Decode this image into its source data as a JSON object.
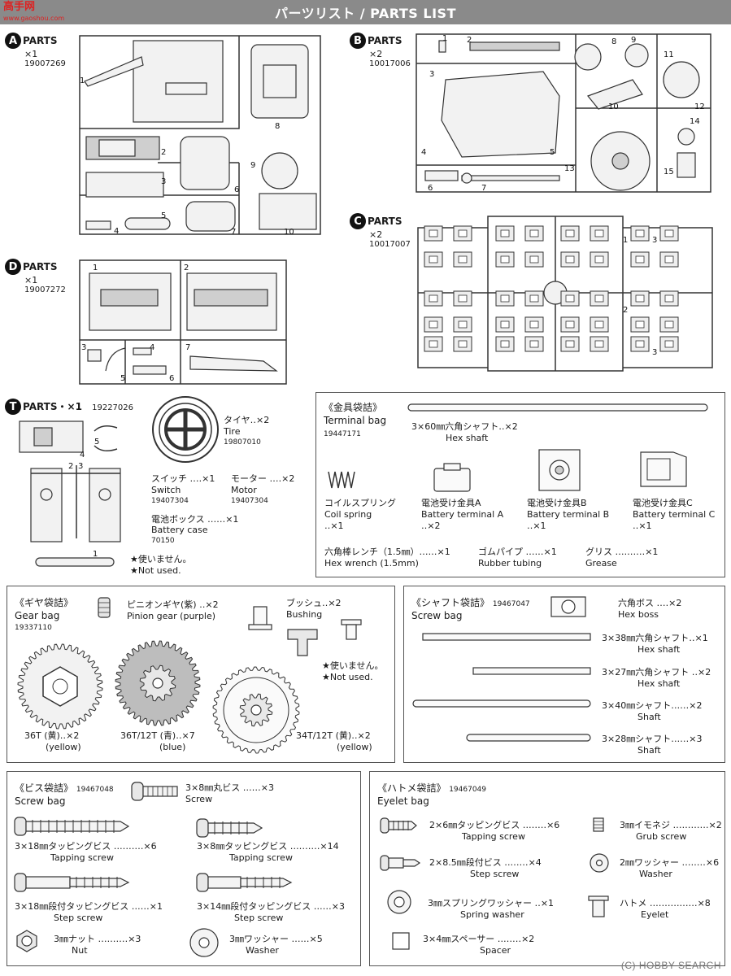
{
  "header": {
    "title": "パーツリスト / PARTS LIST",
    "logo": "高手网",
    "logo_url": "www.gaoshou.com"
  },
  "parts_a": {
    "letter": "A",
    "label": "PARTS",
    "qty": "×1",
    "code": "19007269",
    "numbers": [
      "1",
      "2",
      "3",
      "4",
      "5",
      "6",
      "7",
      "8",
      "9",
      "10"
    ]
  },
  "parts_b": {
    "letter": "B",
    "label": "PARTS",
    "qty": "×2",
    "code": "10017006",
    "numbers": [
      "1",
      "2",
      "3",
      "4",
      "5",
      "6",
      "7",
      "8",
      "9",
      "10",
      "11",
      "12",
      "13",
      "14",
      "15"
    ]
  },
  "parts_c": {
    "letter": "C",
    "label": "PARTS",
    "qty": "×2",
    "code": "10017007",
    "numbers": [
      "1",
      "2",
      "3",
      "3"
    ]
  },
  "parts_d": {
    "letter": "D",
    "label": "PARTS",
    "qty": "×1",
    "code": "19007272",
    "numbers": [
      "1",
      "2",
      "3",
      "4",
      "5",
      "6",
      "7"
    ]
  },
  "parts_t": {
    "letter": "T",
    "label": "PARTS・×1",
    "code": "19227026",
    "numbers": [
      "4",
      "5",
      "2",
      "3",
      "1"
    ],
    "tire": {
      "jp": "タイヤ‥×2",
      "en": "Tire",
      "code": "19807010"
    },
    "switch": {
      "jp": "スイッチ ‥‥×1",
      "en": "Switch",
      "code": "19407304"
    },
    "motor": {
      "jp": "モーター ‥‥×2",
      "en": "Motor",
      "code": "19407304"
    },
    "battery_case": {
      "jp": "電池ボックス ‥‥‥×1",
      "en": "Battery case",
      "code": "70150"
    },
    "not_used_jp": "★使いません。",
    "not_used_en": "★Not used."
  },
  "terminal_bag": {
    "title_jp": "《金具袋詰》",
    "title_en": "Terminal bag",
    "code": "19447171",
    "hex_shaft": {
      "jp": "3×60㎜六角シャフト‥×2",
      "en": "Hex shaft"
    },
    "coil_spring": {
      "jp": "コイルスプリング",
      "en": "Coil spring",
      "qty": "‥×1"
    },
    "terminal_a": {
      "jp": "電池受け金具A",
      "en": "Battery terminal A",
      "qty": "‥×2"
    },
    "terminal_b": {
      "jp": "電池受け金具B",
      "en": "Battery terminal B",
      "qty": "‥×1"
    },
    "terminal_c": {
      "jp": "電池受け金具C",
      "en": "Battery terminal C",
      "qty": "‥×1"
    },
    "hex_wrench": {
      "jp": "六角棒レンチ（1.5㎜）‥‥‥×1",
      "en": "Hex wrench (1.5mm)"
    },
    "rubber_tubing": {
      "jp": "ゴムパイプ ‥‥‥×1",
      "en": "Rubber tubing"
    },
    "grease": {
      "jp": "グリス ‥‥‥‥‥×1",
      "en": "Grease"
    }
  },
  "gear_bag": {
    "title_jp": "《ギヤ袋詰》",
    "title_en": "Gear bag",
    "code": "19337110",
    "pinion": {
      "jp": "ピニオンギヤ(紫) ‥×2",
      "en": "Pinion gear  (purple)"
    },
    "bushing": {
      "jp": "ブッシュ‥×2",
      "en": "Bushing"
    },
    "not_used_jp": "★使いません。",
    "not_used_en": "★Not used.",
    "gear_36": {
      "jp": "36T (黄)‥×2",
      "en": "(yellow)"
    },
    "gear_36_12": {
      "jp": "36T/12T (青)‥×7",
      "en": "(blue)"
    },
    "gear_34_12": {
      "jp": "34T/12T (黄)‥×2",
      "en": "(yellow)"
    }
  },
  "shaft_bag": {
    "title_jp": "《シャフト袋詰》",
    "title_en": "Screw bag",
    "code": "19467047",
    "hex_boss": {
      "jp": "六角ボス ‥‥×2",
      "en": "Hex boss"
    },
    "shaft_38": {
      "jp": "3×38㎜六角シャフト‥×1",
      "en": "Hex shaft"
    },
    "shaft_27": {
      "jp": "3×27㎜六角シャフト ‥×2",
      "en": "Hex shaft"
    },
    "shaft_40": {
      "jp": "3×40㎜シャフト‥‥‥×2",
      "en": "Shaft"
    },
    "shaft_28": {
      "jp": "3×28㎜シャフト‥‥‥×3",
      "en": "Shaft"
    }
  },
  "screw_bag": {
    "title_jp": "《ビス袋詰》",
    "title_en": "Screw bag",
    "code": "19467048",
    "screw_3x8": {
      "jp": "3×8㎜丸ビス ‥‥‥×3",
      "en": "Screw"
    },
    "tap_3x18": {
      "jp": "3×18㎜タッピングビス ‥‥‥‥‥×6",
      "en": "Tapping screw"
    },
    "tap_3x8": {
      "jp": "3×8㎜タッピングビス ‥‥‥‥‥×14",
      "en": "Tapping screw"
    },
    "step_3x18": {
      "jp": "3×18㎜段付タッピングビス ‥‥‥×1",
      "en": "Step screw"
    },
    "step_3x14": {
      "jp": "3×14㎜段付タッピングビス ‥‥‥×3",
      "en": "Step screw"
    },
    "nut": {
      "jp": "3㎜ナット ‥‥‥‥‥×3",
      "en": "Nut"
    },
    "washer": {
      "jp": "3㎜ワッシャー ‥‥‥×5",
      "en": "Washer"
    }
  },
  "eyelet_bag": {
    "title_jp": "《ハトメ袋詰》",
    "title_en": "Eyelet bag",
    "code": "19467049",
    "tap_2x6": {
      "jp": "2×6㎜タッピングビス ‥‥‥‥×6",
      "en": "Tapping screw"
    },
    "grub": {
      "jp": "3㎜イモネジ ‥‥‥‥‥‥×2",
      "en": "Grub screw"
    },
    "step_2x85": {
      "jp": "2×8.5㎜段付ビス ‥‥‥‥×4",
      "en": "Step screw"
    },
    "washer_2": {
      "jp": "2㎜ワッシャー ‥‥‥‥×6",
      "en": "Washer"
    },
    "spring_washer": {
      "jp": "3㎜スプリングワッシャー ‥×1",
      "en": "Spring washer"
    },
    "eyelet": {
      "jp": "ハトメ ‥‥‥‥‥‥‥‥×8",
      "en": "Eyelet"
    },
    "spacer": {
      "jp": "3×4㎜スペーサー ‥‥‥‥×2",
      "en": "Spacer"
    }
  },
  "watermark": "(C) HOBBY SEARCH"
}
